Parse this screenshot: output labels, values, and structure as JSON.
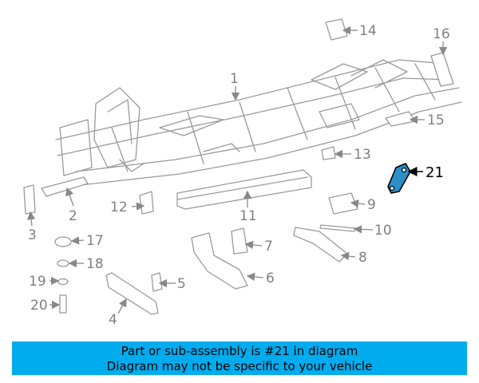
{
  "diagram": {
    "callouts": [
      "1",
      "2",
      "3",
      "4",
      "5",
      "6",
      "7",
      "8",
      "9",
      "10",
      "11",
      "12",
      "13",
      "14",
      "15",
      "16",
      "17",
      "18",
      "19",
      "20",
      "21"
    ],
    "highlighted_callout": "21",
    "highlight_color": "#2a8fc9"
  },
  "banner": {
    "line1": "Part or sub-assembly is #21 in diagram",
    "line2": "Diagram may not be specific to your vehicle",
    "background": "#00acee"
  }
}
